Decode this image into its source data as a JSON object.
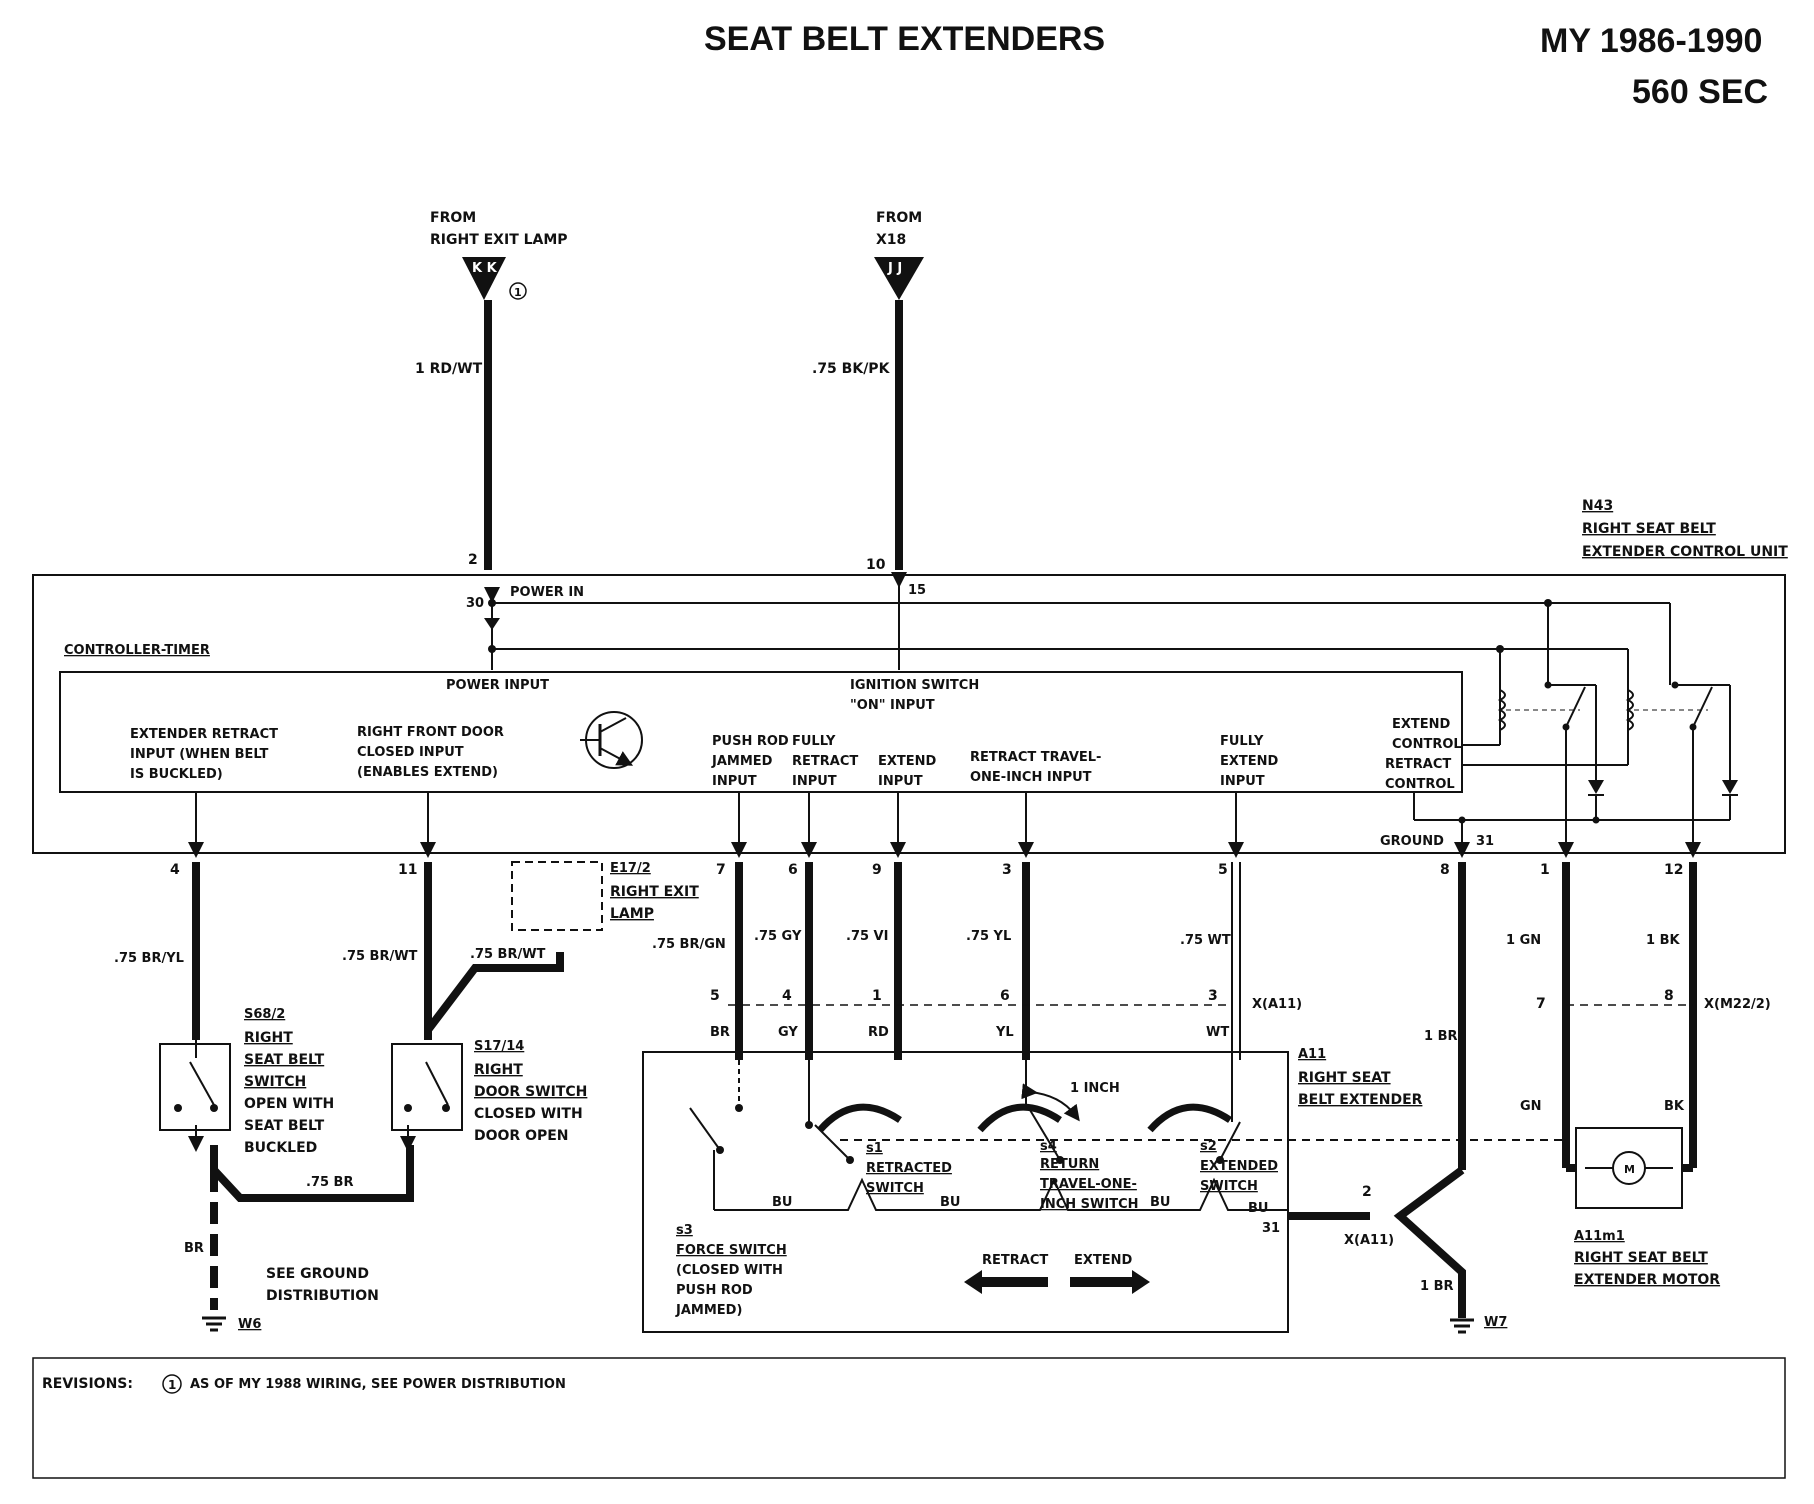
{
  "header": {
    "title": "SEAT BELT EXTENDERS",
    "model_year": "MY 1986-1990",
    "model": "560 SEC"
  },
  "sources": {
    "kk": {
      "from": "FROM",
      "name": "RIGHT EXIT LAMP",
      "code": "K K",
      "note_mark": "1"
    },
    "jj": {
      "from": "FROM",
      "name": "X18",
      "code": "J J"
    }
  },
  "wires_top": {
    "kk_wire": "1 RD/WT",
    "jj_wire": ".75 BK/PK",
    "kk_pin": "2",
    "jj_pin": "10"
  },
  "n43": {
    "code": "N43",
    "line1": "RIGHT SEAT BELT",
    "line2": "EXTENDER CONTROL UNIT"
  },
  "controller": {
    "title": "CONTROLLER-TIMER",
    "power_in": "POWER IN",
    "pin_30": "30",
    "pin_15": "15",
    "power_input": "POWER INPUT",
    "ign_1": "IGNITION SWITCH",
    "ign_2": "\"ON\" INPUT",
    "ext_retract": [
      "EXTENDER RETRACT",
      "INPUT (WHEN BELT",
      "IS BUCKLED)"
    ],
    "door_closed": [
      "RIGHT FRONT DOOR",
      "CLOSED INPUT",
      "(ENABLES EXTEND)"
    ],
    "push_rod": [
      "PUSH ROD",
      "JAMMED",
      "INPUT"
    ],
    "fully_retract": [
      "FULLY",
      "RETRACT",
      "INPUT"
    ],
    "extend_input": [
      "EXTEND",
      "INPUT"
    ],
    "retract_travel": [
      "RETRACT TRAVEL-",
      "ONE-INCH INPUT"
    ],
    "fully_extend": [
      "FULLY",
      "EXTEND",
      "INPUT"
    ],
    "extend_control": [
      "EXTEND",
      "CONTROL"
    ],
    "retract_control": [
      "RETRACT",
      "CONTROL"
    ],
    "ground": "GROUND",
    "ground_pin": "31"
  },
  "pins_bottom": {
    "p4": "4",
    "p11": "11",
    "p7": "7",
    "p6": "6",
    "p9": "9",
    "p3": "3",
    "p5": "5",
    "p8": "8",
    "p1": "1",
    "p12": "12"
  },
  "wires": {
    "w4": ".75 BR/YL",
    "w11": ".75 BR/WT",
    "w11b": ".75 BR/WT",
    "w7": ".75 BR/GN",
    "w6": ".75 GY",
    "w9": ".75 VI",
    "w3": ".75 YL",
    "w5": ".75 WT",
    "w8": "1 BR",
    "w1": "1 GN",
    "w12": "1 BK",
    "br_gnd": ".75 BR",
    "br": "BR",
    "br2": "1 BR"
  },
  "e17": {
    "code": "E17/2",
    "line1": "RIGHT EXIT",
    "line2": "LAMP"
  },
  "s68": {
    "code": "S68/2",
    "lines": [
      "RIGHT",
      "SEAT BELT",
      "SWITCH"
    ],
    "desc": [
      "OPEN WITH",
      "SEAT BELT",
      "BUCKLED"
    ]
  },
  "s17": {
    "code": "S17/14",
    "lines": [
      "RIGHT",
      "DOOR SWITCH"
    ],
    "desc": [
      "CLOSED WITH",
      "DOOR OPEN"
    ]
  },
  "ground_dist": [
    "SEE GROUND",
    "DISTRIBUTION"
  ],
  "grounds": {
    "w6": "W6",
    "w7": "W7"
  },
  "connector_a11": {
    "label": "X(A11)",
    "p5": "5",
    "p4": "4",
    "p1": "1",
    "p6": "6",
    "p3": "3",
    "p2": "2",
    "label2": "X(A11)"
  },
  "connector_m22": {
    "label": "X(M22/2)",
    "p7": "7",
    "p8": "8"
  },
  "a11_colors": {
    "br": "BR",
    "gy": "GY",
    "rd": "RD",
    "yl": "YL",
    "wt": "WT",
    "bu": "BU",
    "gn": "GN",
    "bk": "BK",
    "pin31": "31"
  },
  "a11": {
    "code": "A11",
    "line1": "RIGHT SEAT",
    "line2": "BELT EXTENDER",
    "one_inch": "1 INCH",
    "s1": [
      "s1",
      "RETRACTED",
      "SWITCH"
    ],
    "s4": [
      "s4",
      "RETURN",
      "TRAVEL-ONE-",
      "INCH SWITCH"
    ],
    "s2": [
      "s2",
      "EXTENDED",
      "SWITCH"
    ],
    "s3": [
      "s3",
      "FORCE SWITCH",
      "(CLOSED WITH",
      "PUSH ROD",
      "JAMMED)"
    ],
    "retract": "RETRACT",
    "extend": "EXTEND"
  },
  "motor": {
    "code": "A11m1",
    "line1": "RIGHT SEAT BELT",
    "line2": "EXTENDER MOTOR",
    "m": "M"
  },
  "revisions": {
    "label": "REVISIONS:",
    "mark": "1",
    "text": "AS OF MY 1988 WIRING, SEE POWER DISTRIBUTION"
  }
}
